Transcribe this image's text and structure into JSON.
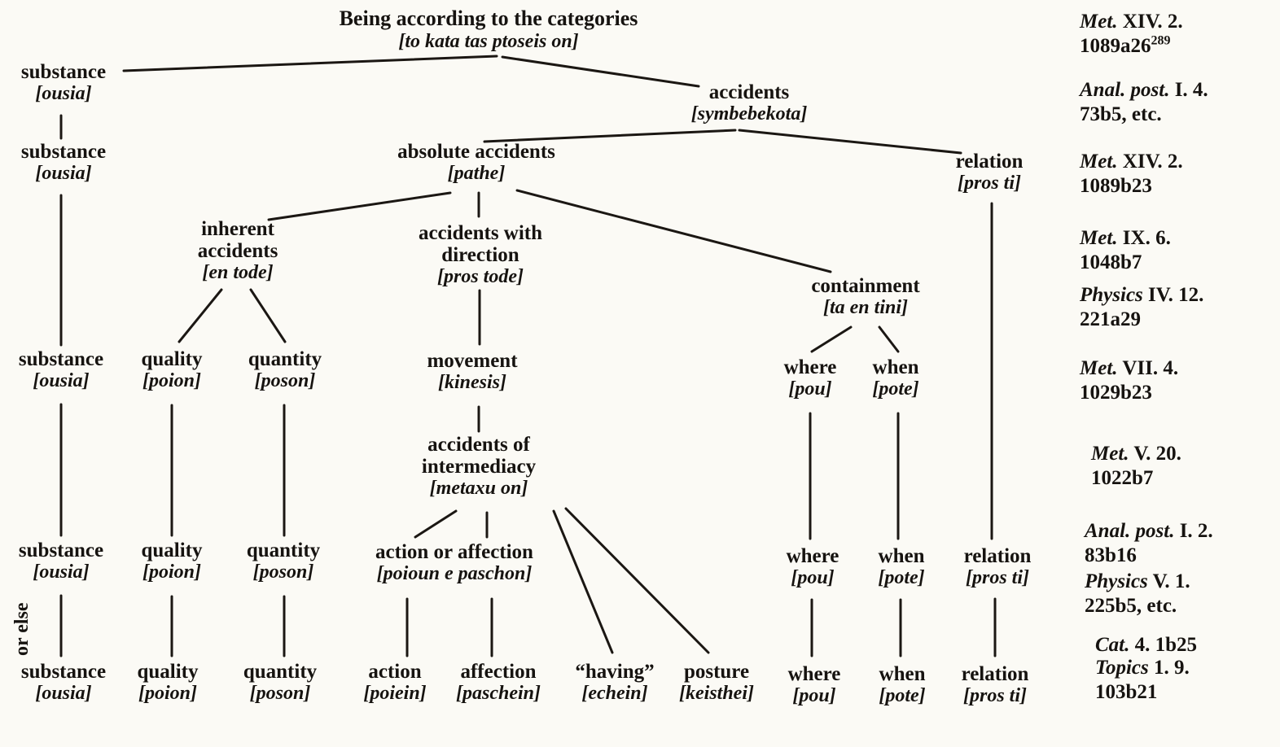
{
  "title": {
    "label": "Being according to the categories",
    "greek": "[to kata tas ptoseis on]"
  },
  "or_else": "or else",
  "terms": {
    "substance": {
      "label": "substance",
      "greek": "[ousia]"
    },
    "accidents": {
      "label": "accidents",
      "greek": "[symbebekota]"
    },
    "absolute_accidents": {
      "label": "absolute accidents",
      "greek": "[pathe]"
    },
    "relation": {
      "label": "relation",
      "greek": "[pros ti]"
    },
    "inherent_accidents": {
      "line1": "inherent",
      "line2": "accidents",
      "greek": "[en tode]"
    },
    "accidents_with_direction": {
      "line1": "accidents with",
      "line2": "direction",
      "greek": "[pros tode]"
    },
    "containment": {
      "label": "containment",
      "greek": "[ta en tini]"
    },
    "quality": {
      "label": "quality",
      "greek": "[poion]"
    },
    "quantity": {
      "label": "quantity",
      "greek": "[poson]"
    },
    "movement": {
      "label": "movement",
      "greek": "[kinesis]"
    },
    "where": {
      "label": "where",
      "greek": "[pou]"
    },
    "when": {
      "label": "when",
      "greek": "[pote]"
    },
    "accidents_of_intermediacy": {
      "line1": "accidents of",
      "line2": "intermediacy",
      "greek": "[metaxu on]"
    },
    "action_or_affection": {
      "label": "action or affection",
      "greek": "[poioun e paschon]"
    },
    "action": {
      "label": "action",
      "greek": "[poiein]"
    },
    "affection": {
      "label": "affection",
      "greek": "[paschein]"
    },
    "having": {
      "label": "“having”",
      "greek": "[echein]"
    },
    "posture": {
      "label": "posture",
      "greek": "[keisthei]"
    }
  },
  "references": [
    {
      "work": "Met.",
      "section": "XIV. 2.",
      "line2": "1089a26",
      "sup": "289"
    },
    {
      "work": "Anal. post.",
      "section": "I. 4.",
      "line2": "73b5, etc.",
      "sup": ""
    },
    {
      "work": "Met.",
      "section": "XIV. 2.",
      "line2": "1089b23",
      "sup": ""
    },
    {
      "work": "Met.",
      "section": "IX. 6.",
      "line2": "1048b7",
      "sup": ""
    },
    {
      "work": "Physics",
      "section": "IV. 12.",
      "line2": "221a29",
      "sup": ""
    },
    {
      "work": "Met.",
      "section": "VII. 4.",
      "line2": "1029b23",
      "sup": ""
    },
    {
      "work": "Met.",
      "section": "V. 20.",
      "line2": "1022b7",
      "sup": ""
    },
    {
      "work": "Anal. post.",
      "section": "I. 2.",
      "line2": "83b16",
      "sup": ""
    },
    {
      "work": "Physics",
      "section": "V. 1.",
      "line2": "225b5, etc.",
      "sup": ""
    },
    {
      "work": "Cat.",
      "section": "4. 1b25",
      "line2": "",
      "sup": ""
    },
    {
      "work": "Topics",
      "section": "1. 9.",
      "line2": "103b21",
      "sup": ""
    }
  ]
}
